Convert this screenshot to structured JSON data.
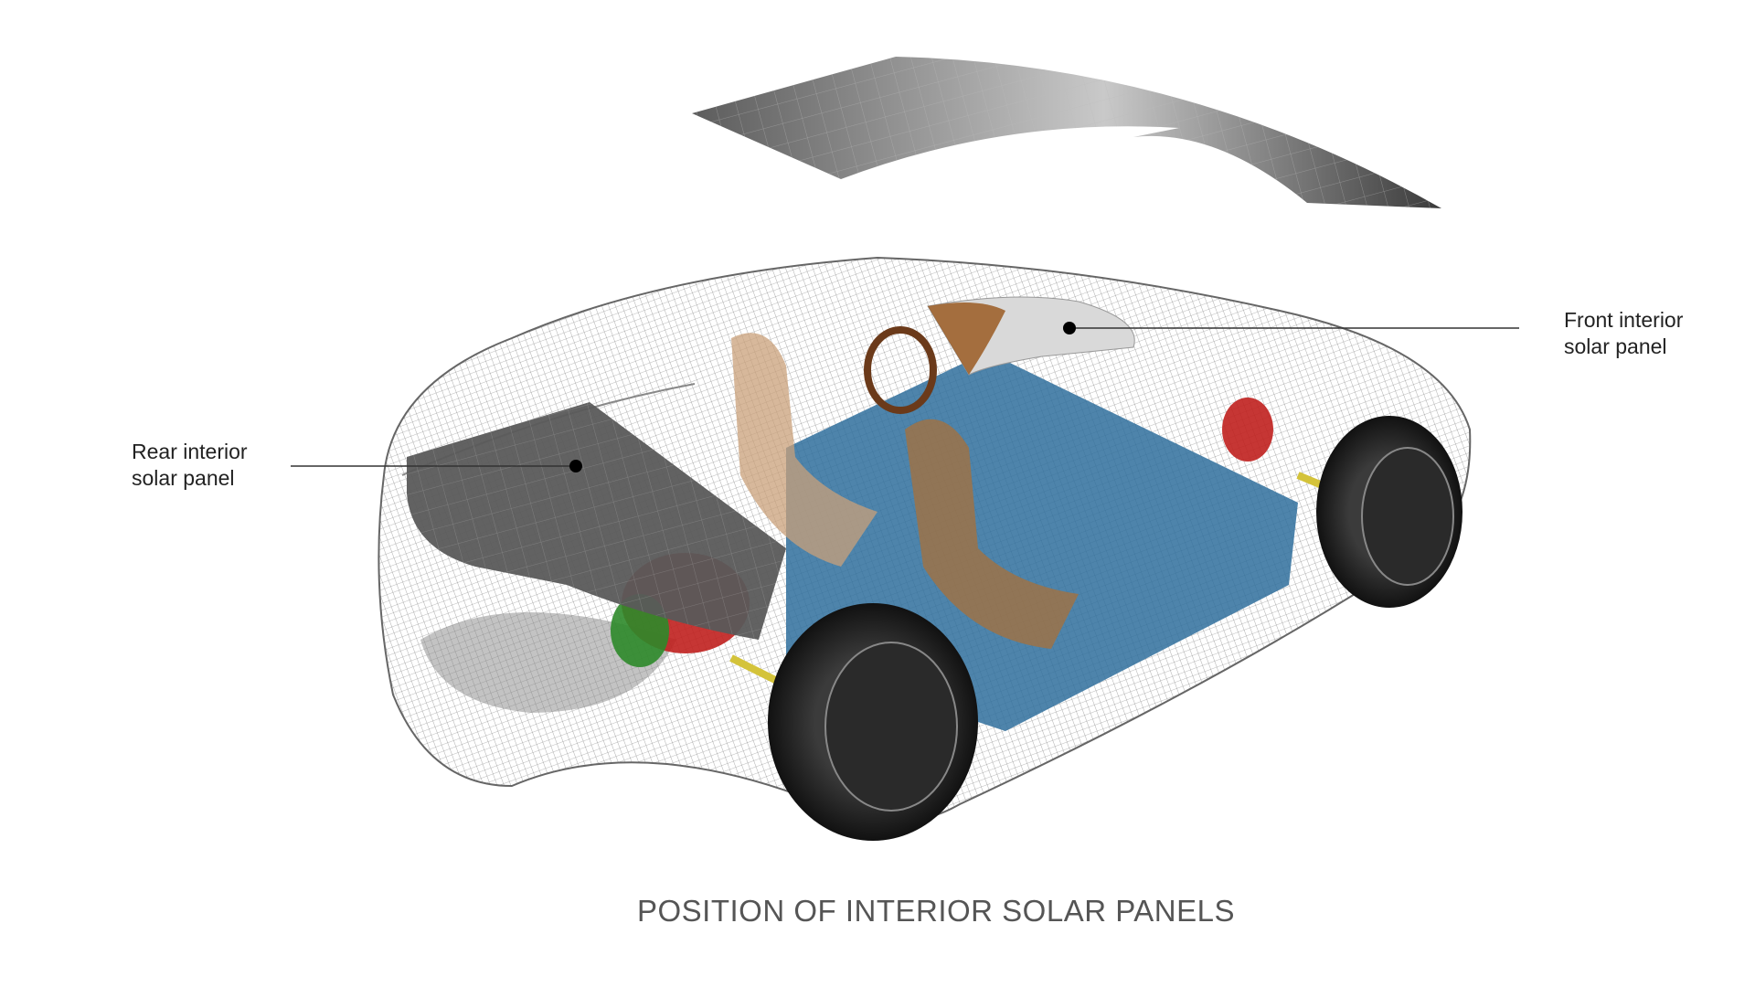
{
  "title": "POSITION OF INTERIOR SOLAR PANELS",
  "callouts": {
    "rear": {
      "line1": "Rear interior",
      "line2": "solar panel"
    },
    "front": {
      "line1": "Front interior",
      "line2": "solar panel"
    }
  },
  "colors": {
    "battery": "#2f6f9c",
    "motor": "#c0201e",
    "gear": "#2e8a2a",
    "seat": "#c9a07a",
    "panel": "#5a5a5a"
  }
}
